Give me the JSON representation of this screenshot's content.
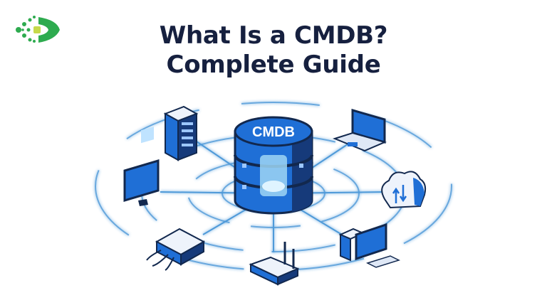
{
  "brand": {
    "logo_icon": "green-eye-logo",
    "logo_color": "#2eab4f",
    "logo_center_color": "#c6d94a"
  },
  "title": {
    "line1": "What Is a CMDB?",
    "line2": "Complete Guide",
    "color": "#16203f"
  },
  "illustration": {
    "center_label": "CMDB",
    "center_icon": "database-cylinder-icon",
    "accent": "#1f6fd6",
    "dark": "#12284e",
    "ring_color": "#5aa6e0",
    "nodes": [
      {
        "name": "server-rack",
        "icon": "server-icon"
      },
      {
        "name": "laptop",
        "icon": "laptop-icon"
      },
      {
        "name": "desktop-monitor",
        "icon": "monitor-icon"
      },
      {
        "name": "cloud-sync",
        "icon": "cloud-sync-icon"
      },
      {
        "name": "network-switch",
        "icon": "switch-icon"
      },
      {
        "name": "wifi-router",
        "icon": "router-icon"
      },
      {
        "name": "desktop-workstation",
        "icon": "workstation-icon"
      }
    ]
  }
}
